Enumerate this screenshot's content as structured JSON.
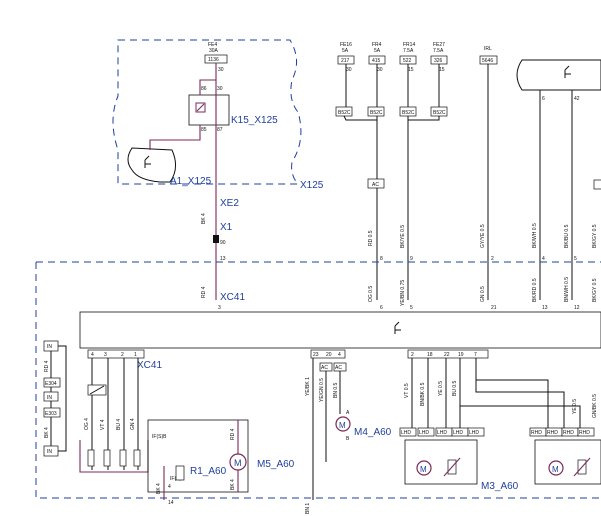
{
  "labels": {
    "k15": "K15_X125",
    "a1": "A1_X125",
    "x125": "X125",
    "xe2": "XE2",
    "x1": "X1",
    "xc41_top": "XC41",
    "xc41_left": "XC41",
    "m4": "M4_A60",
    "m5": "M5_A60",
    "r1": "R1_A60",
    "m3": "M3_A60",
    "motor_symbol": "M"
  },
  "fuses": [
    {
      "id": "FE4",
      "rating": "30A",
      "code": "1136"
    },
    {
      "id": "FE16",
      "rating": "5A",
      "code": "217"
    },
    {
      "id": "FR4",
      "rating": "5A",
      "code": "415"
    },
    {
      "id": "FR14",
      "rating": "7.5A",
      "code": "522"
    },
    {
      "id": "FE27",
      "rating": "7.5A",
      "code": "326"
    },
    {
      "id": "IRL",
      "rating": "",
      "code": "5646"
    }
  ],
  "pins": {
    "fe4_out": "30",
    "fe16_out": "30",
    "fr4_out": "30",
    "fr14_out": "15",
    "fe27_out": "15",
    "relay_a": "86",
    "relay_b": "30",
    "relay_c": "85",
    "relay_d": "87",
    "x1_pin": "90",
    "pin_13": "13",
    "pin_8": "8",
    "pin_9": "9",
    "pin_2": "2",
    "pin_4": "4",
    "pin_5": "5",
    "pin_6": "6",
    "pin_42": "42",
    "pin_3": "3",
    "pin_21": "21",
    "pin_12": "12",
    "conn_23": "23",
    "conn_20": "20",
    "conn_4": "4",
    "conn_2": "2",
    "conn_18": "18",
    "conn_22": "22",
    "conn_19": "19",
    "conn_7": "7",
    "left_4": "4",
    "left_3": "3",
    "left_2": "2",
    "left_1": "1",
    "bottom_4": "4",
    "bottom_14": "14",
    "m4_a": "A",
    "m4_b": "B"
  },
  "wires": {
    "bk4": "BK 4",
    "rd4": "RD 4",
    "rd05": "RD 0.5",
    "bkye05": "BK/YE 0.5",
    "gyye05": "GY/YE 0.5",
    "bkwh05": "BK/WH 0.5",
    "bkbu05": "BK/BU 0.5",
    "bkgy05": "BK/GY 0.5",
    "og05": "OG 0.5",
    "yebn075": "YE/BN 0.75",
    "gnbu05": "GN 0.5",
    "bkrd05": "BK/RD 0.5",
    "bnwh05": "BN/WH 0.5",
    "og4": "OG 4",
    "vt4": "VT 4",
    "bu4": "BU 4",
    "gn4": "GN 4",
    "yebk1": "YE/BK 1",
    "yegn05": "YE/GN 0.5",
    "bnbk05": "BN 0.5",
    "vt05": "VT 0.5",
    "bnbk": "BN/BK 0.5",
    "ye05": "YE 0.5",
    "bu05": "BU 0.5",
    "gnbk": "GN/BK 0.5",
    "bn1": "BN 1",
    "ifsb": "IF(S)B",
    "ifa": "IF(A)"
  },
  "boxes": {
    "ac_mid": "AC",
    "ac1": "AC",
    "ac2": "AC",
    "b52c": "B52C",
    "in": "IN",
    "e304": "E304",
    "e303": "E303",
    "lhd": "LHD",
    "rhd": "RHD"
  }
}
